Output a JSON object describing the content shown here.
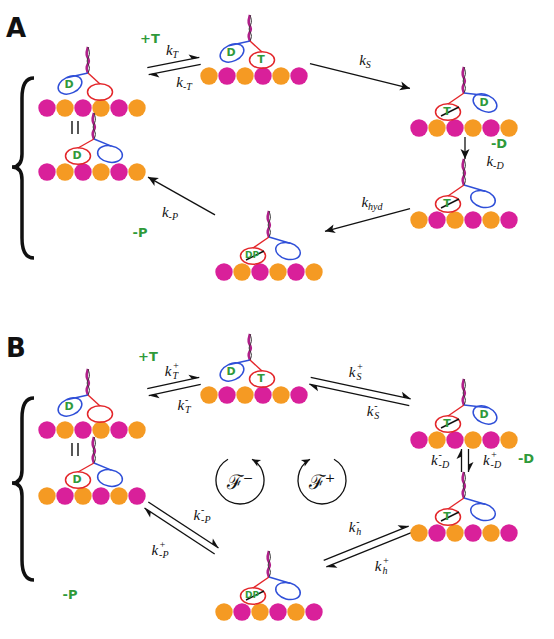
{
  "diagram": {
    "nodes": [
      {
        "text": [
          "D"
        ]
      },
      {
        "text": [
          "D"
        ]
      },
      {
        "text": [
          "D",
          "T"
        ]
      },
      {
        "text": [
          "T",
          "D"
        ]
      },
      {
        "text": [
          "T"
        ]
      },
      {
        "text": [
          "DP"
        ]
      },
      {
        "text": [
          "D"
        ]
      },
      {
        "text": [
          "D"
        ]
      },
      {
        "text": [
          "D",
          "T"
        ]
      },
      {
        "text": [
          "T",
          "D"
        ]
      },
      {
        "text": [
          "T"
        ]
      },
      {
        "text": [
          "DP"
        ]
      }
    ],
    "edges": [
      {
        "from": 0,
        "to": 2,
        "label": "kT",
        "arrow": "to"
      },
      {
        "from": 2,
        "to": 0,
        "label": "k-T",
        "arrow": "to"
      },
      {
        "from": 2,
        "to": 3,
        "label": "kS",
        "arrow": "to"
      },
      {
        "from": 3,
        "to": 4,
        "label": "k-D",
        "arrow": "to"
      },
      {
        "from": 4,
        "to": 5,
        "label": "khyd",
        "arrow": "to"
      },
      {
        "from": 5,
        "to": 1,
        "label": "k-P",
        "arrow": "to"
      },
      {
        "from": 6,
        "to": 8,
        "label": "kT+",
        "arrow": "to"
      },
      {
        "from": 8,
        "to": 6,
        "label": "kT-",
        "arrow": "to"
      },
      {
        "from": 8,
        "to": 9,
        "label": "kS+",
        "arrow": "to"
      },
      {
        "from": 9,
        "to": 8,
        "label": "kS-",
        "arrow": "to"
      },
      {
        "from": 9,
        "to": 10,
        "label": "k-D+",
        "arrow": "to"
      },
      {
        "from": 10,
        "to": 9,
        "label": "k-D-",
        "arrow": "to"
      },
      {
        "from": 10,
        "to": 11,
        "label": "kh+",
        "arrow": "to"
      },
      {
        "from": 11,
        "to": 10,
        "label": "kh-",
        "arrow": "to"
      },
      {
        "from": 11,
        "to": 7,
        "label": "k-P+",
        "arrow": "to"
      },
      {
        "from": 7,
        "to": 11,
        "label": "k-P-",
        "arrow": "to"
      }
    ],
    "labels": [
      "A",
      "+T",
      "-D",
      "-P",
      "B",
      "+T",
      "-D",
      "ℱ⁻",
      "ℱ⁺",
      "-P"
    ]
  }
}
